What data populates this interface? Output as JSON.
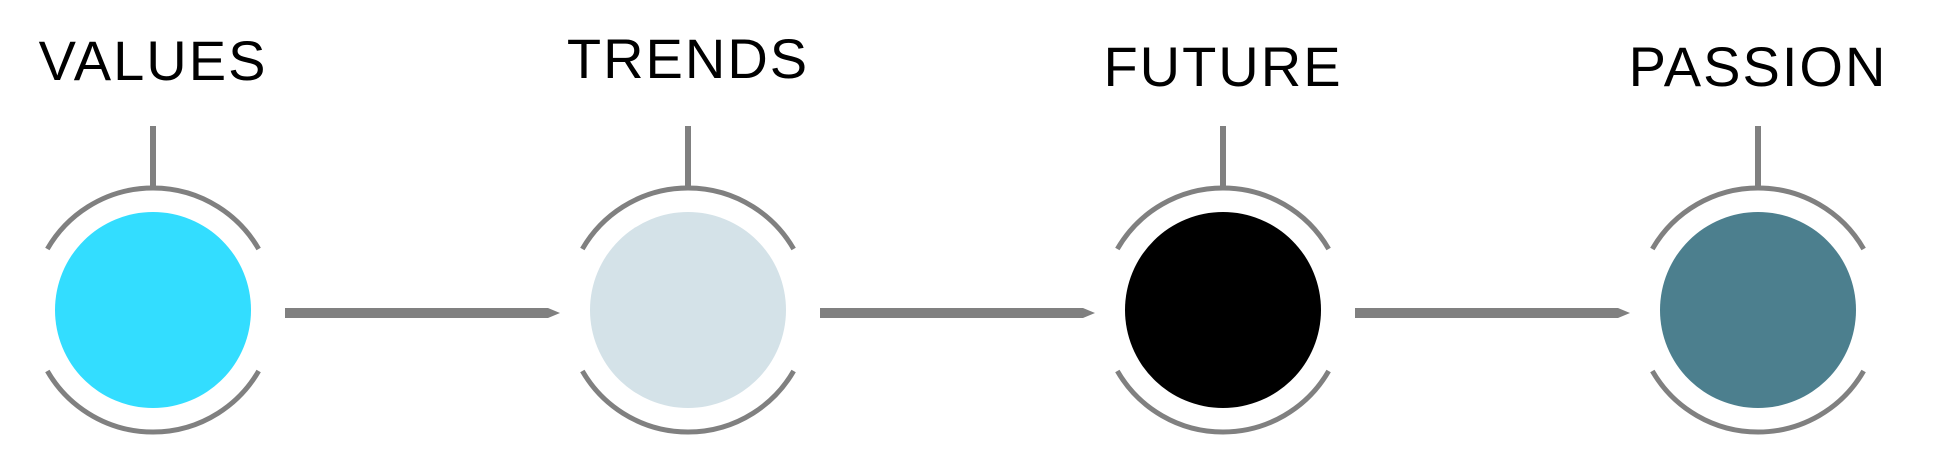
{
  "diagram": {
    "steps": [
      {
        "label": "VALUES",
        "color": "#33DDFF"
      },
      {
        "label": "TRENDS",
        "color": "#D4E2E8"
      },
      {
        "label": "FUTURE",
        "color": "#000000"
      },
      {
        "label": "PASSION",
        "color": "#4C7F8E"
      }
    ],
    "line_color": "#808080"
  }
}
